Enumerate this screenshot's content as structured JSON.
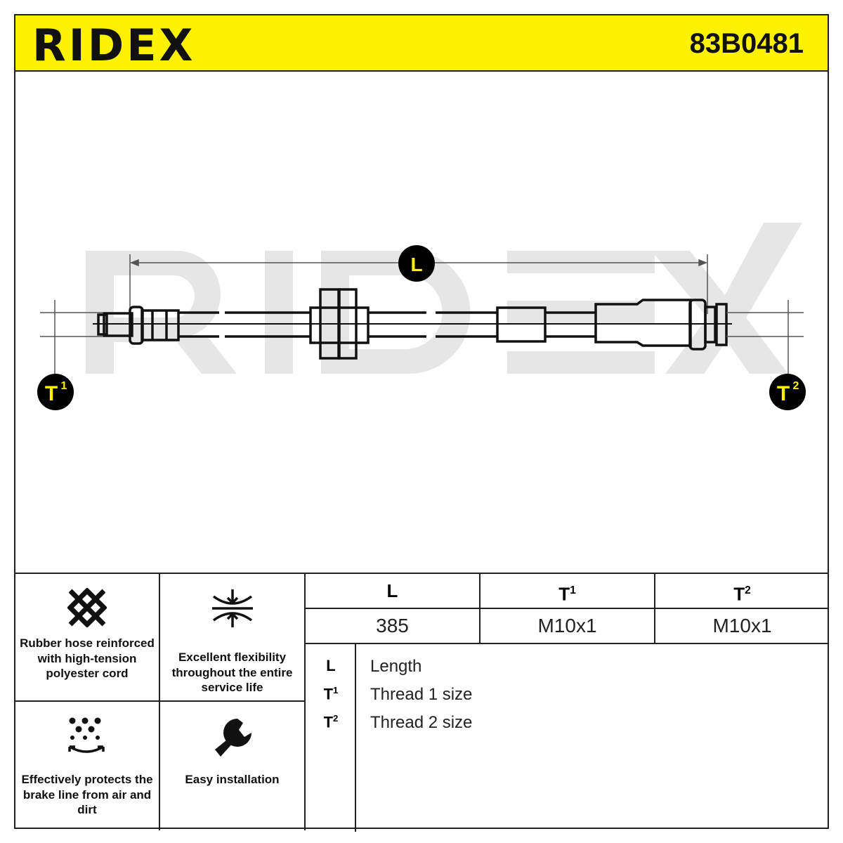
{
  "header": {
    "brand": "RIDEX",
    "part_number": "83B0481"
  },
  "diagram": {
    "watermark": "RIDEX",
    "label_length": "L",
    "label_t1": "T",
    "label_t1_sup": "1",
    "label_t2": "T",
    "label_t2_sup": "2"
  },
  "features": [
    {
      "icon": "mesh-icon",
      "text": "Rubber hose reinforced with high-tension polyester cord"
    },
    {
      "icon": "flexibility-icon",
      "text": "Excellent flexibility throughout the entire service life"
    },
    {
      "icon": "protection-icon",
      "text": "Effectively protects the brake line from air and dirt"
    },
    {
      "icon": "wrench-icon",
      "text": "Easy installation"
    }
  ],
  "specs": {
    "headers": [
      {
        "k": "L",
        "sup": ""
      },
      {
        "k": "T",
        "sup": "1"
      },
      {
        "k": "T",
        "sup": "2"
      }
    ],
    "values": [
      "385",
      "M10x1",
      "M10x1"
    ]
  },
  "legend": [
    {
      "k": "L",
      "sup": "",
      "v": "Length"
    },
    {
      "k": "T",
      "sup": "1",
      "v": "Thread 1 size"
    },
    {
      "k": "T",
      "sup": "2",
      "v": "Thread 2 size"
    }
  ],
  "colors": {
    "brand_yellow": "#fff200",
    "line": "#222222",
    "watermark": "#e6e6e6"
  }
}
